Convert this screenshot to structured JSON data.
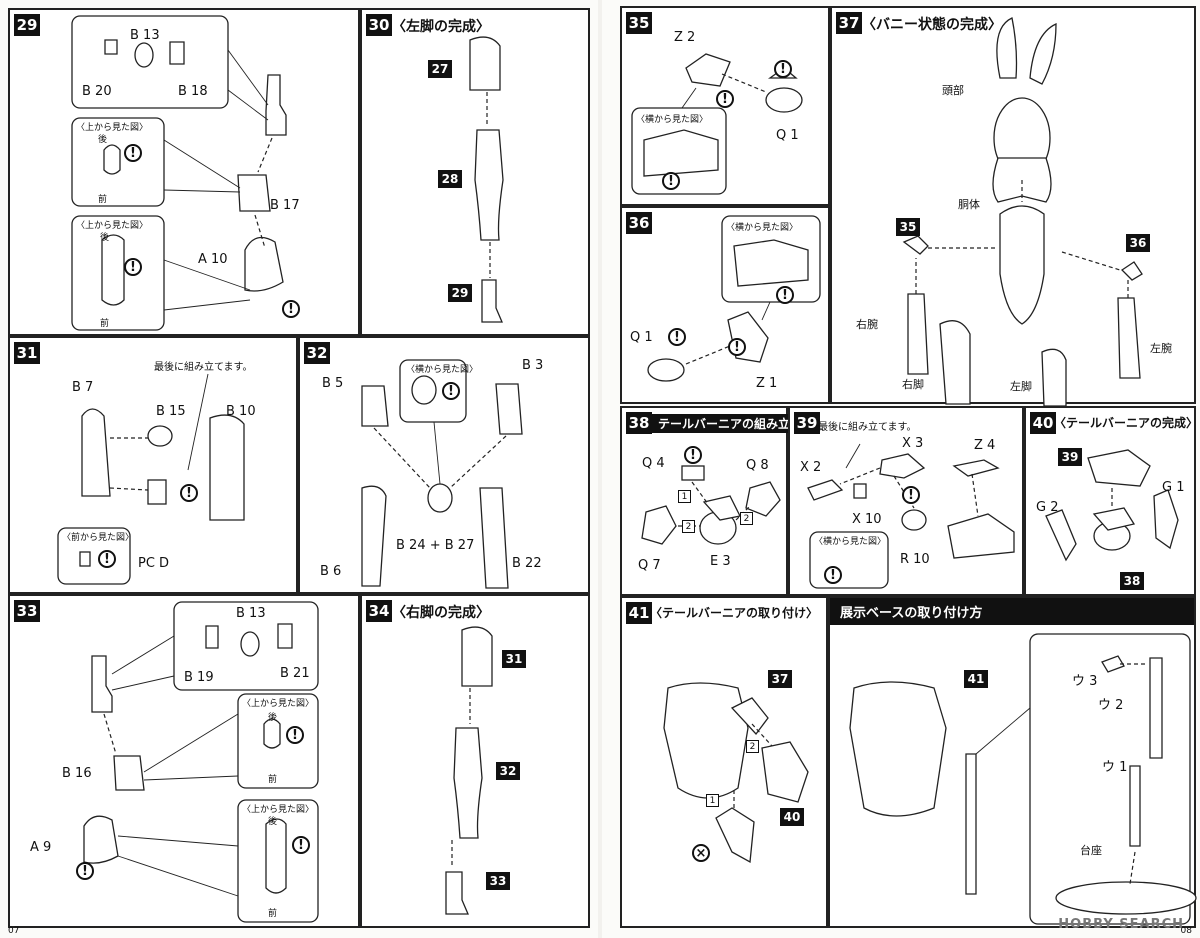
{
  "pages": {
    "left_number": "07",
    "right_number": "08"
  },
  "watermark": "HOBBY SEARCH",
  "views": {
    "top": "〈上から見た図〉",
    "side": "〈横から見た図〉",
    "front": "〈前から見た図〉"
  },
  "directions": {
    "back": "後",
    "front": "前"
  },
  "notes": {
    "assemble_last": "最後に組み立てます。"
  },
  "steps": {
    "s29": {
      "num": "29",
      "parts": [
        "B 13",
        "B 20",
        "B 18",
        "B 17",
        "A 10"
      ]
    },
    "s30": {
      "num": "30",
      "title": "〈左脚の完成〉",
      "refs": [
        "27",
        "28",
        "29"
      ]
    },
    "s31": {
      "num": "31",
      "parts": [
        "B 7",
        "B 15",
        "B 10",
        "PC D"
      ]
    },
    "s32": {
      "num": "32",
      "parts": [
        "B 5",
        "B 3",
        "B 6",
        "B 24 + B 27",
        "B 22"
      ]
    },
    "s33": {
      "num": "33",
      "parts": [
        "B 13",
        "B 19",
        "B 21",
        "B 16",
        "A 9"
      ]
    },
    "s34": {
      "num": "34",
      "title": "〈右脚の完成〉",
      "refs": [
        "31",
        "32",
        "33"
      ]
    },
    "s35": {
      "num": "35",
      "parts": [
        "Z 2",
        "Q 1"
      ]
    },
    "s36": {
      "num": "36",
      "parts": [
        "Q 1",
        "Z 1"
      ]
    },
    "s37": {
      "num": "37",
      "title": "〈バニー状態の完成〉",
      "labels": {
        "head": "頭部",
        "torso": "胴体",
        "right_arm": "右腕",
        "left_arm": "左腕",
        "right_leg": "右脚",
        "left_leg": "左脚"
      },
      "refs": [
        "35",
        "36"
      ]
    },
    "s38": {
      "num": "38",
      "title": "テールバーニアの組み立て",
      "parts": [
        "Q 4",
        "Q 8",
        "Q 7",
        "E 3"
      ],
      "order": [
        "1",
        "2",
        "2"
      ]
    },
    "s39": {
      "num": "39",
      "parts": [
        "X 3",
        "X 2",
        "X 10",
        "Z 4",
        "R 10"
      ]
    },
    "s40": {
      "num": "40",
      "title": "〈テールバーニアの完成〉",
      "parts": [
        "G 1",
        "G 2"
      ],
      "refs": [
        "39",
        "38"
      ]
    },
    "s41": {
      "num": "41",
      "title": "〈テールバーニアの取り付け〉",
      "refs": [
        "37",
        "40"
      ],
      "order": [
        "1",
        "2"
      ]
    },
    "base": {
      "title": "展示ベースの取り付け方",
      "parts": [
        "ウ 3",
        "ウ 2",
        "ウ 1"
      ],
      "stand": "台座",
      "ref": "41"
    }
  }
}
